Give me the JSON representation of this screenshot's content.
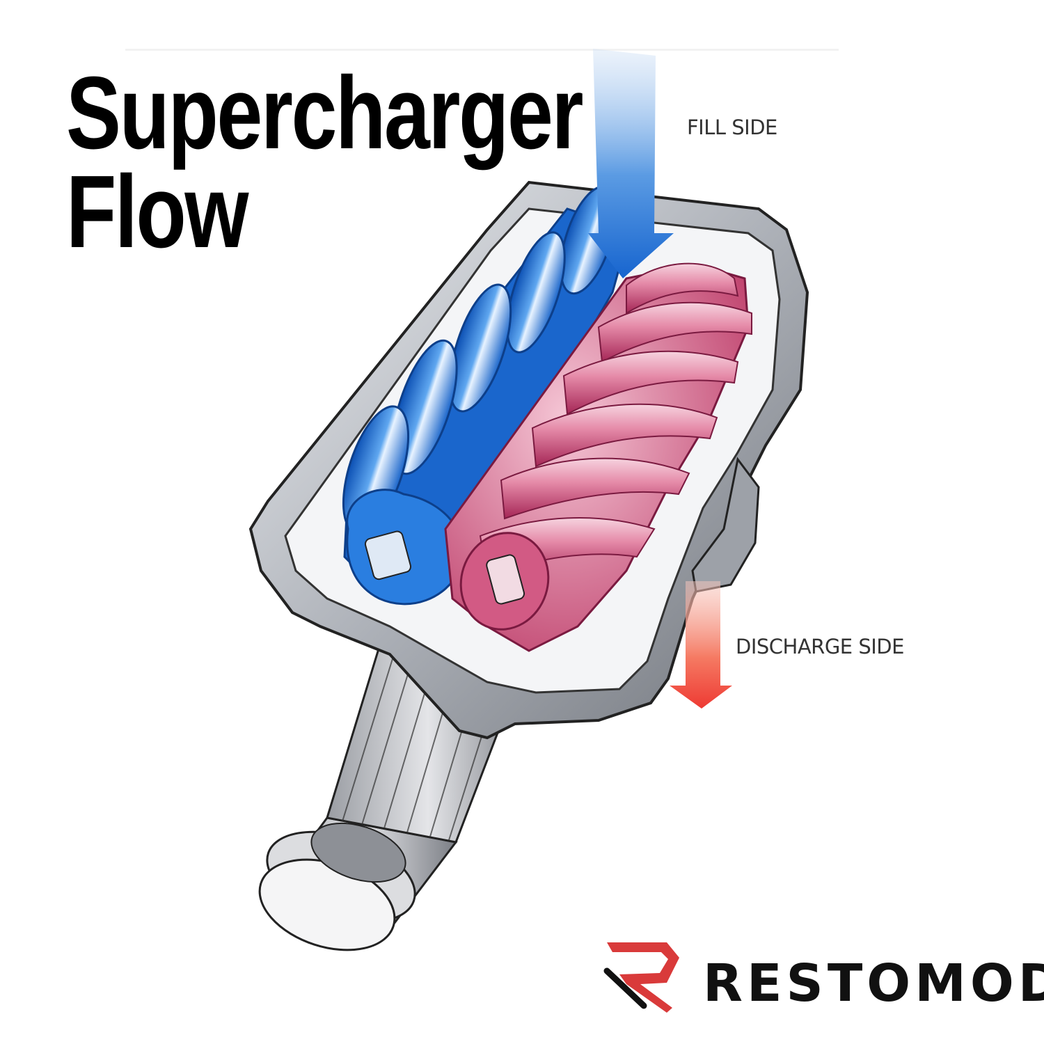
{
  "title": {
    "line1": "Supercharger",
    "line2": "Flow"
  },
  "labels": {
    "fill_side": "FILL SIDE",
    "discharge_side": "DISCHARGE SIDE"
  },
  "brand": {
    "name": "RESTOMOD",
    "logo_letter": "R",
    "logo_color": "#d93a3a"
  },
  "colors": {
    "fill_arrow": "#1f6fd1",
    "discharge_arrow": "#ee3a33",
    "male_rotor": "#1e6fd0",
    "female_rotor": "#d2557e",
    "housing": "#b9bcc2",
    "title": "#000000"
  }
}
